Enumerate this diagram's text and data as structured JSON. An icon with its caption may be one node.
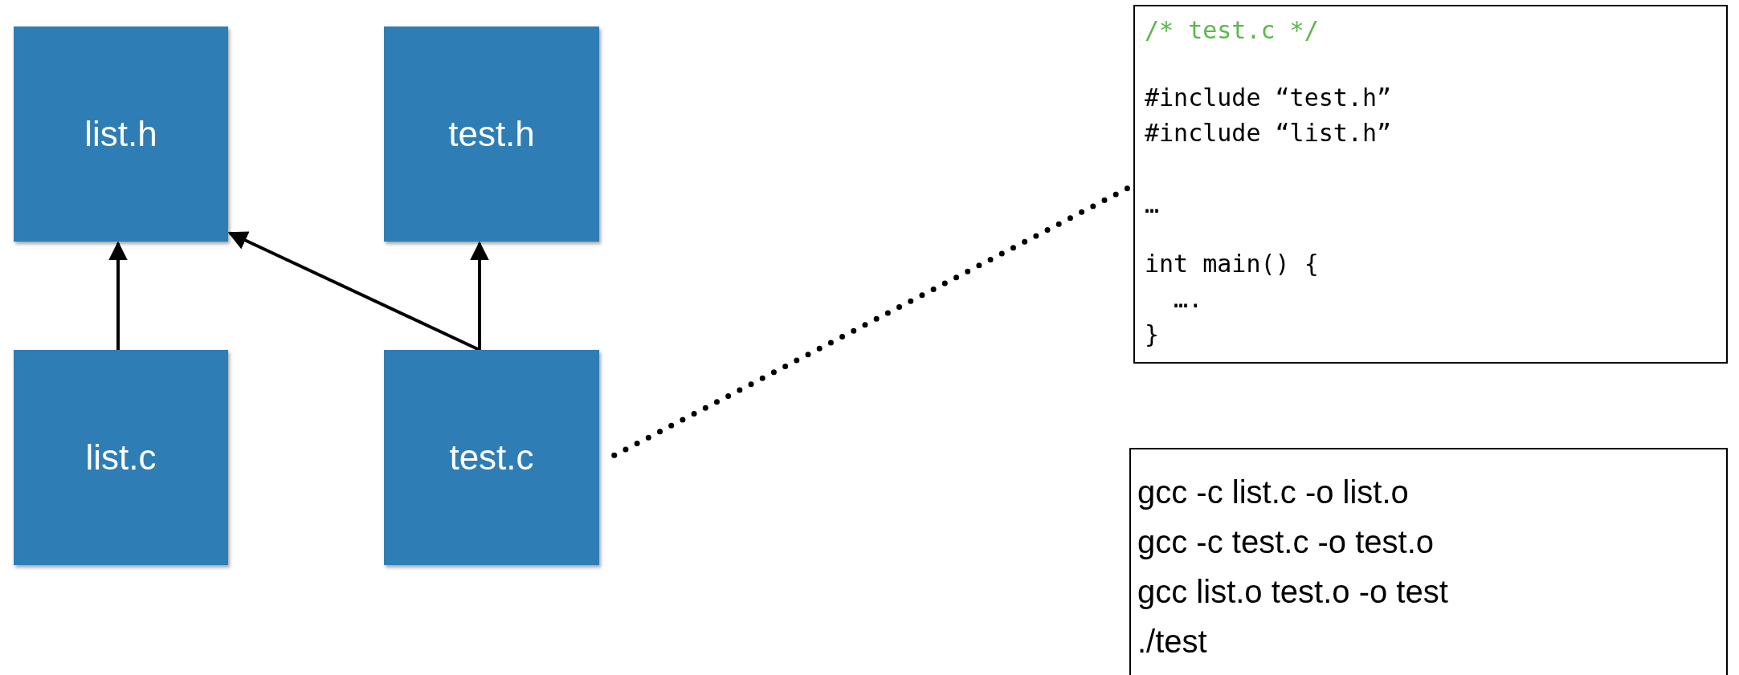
{
  "diagram": {
    "nodes": [
      {
        "text": [
          "list.h"
        ]
      },
      {
        "text": [
          "test.h"
        ]
      },
      {
        "text": [
          "list.c"
        ]
      },
      {
        "text": [
          "test.c"
        ]
      },
      {
        "text": [
          "/* test.c */",
          "#include “test.h”",
          "#include “list.h”",
          "…",
          "int main() {",
          "  ….",
          "}"
        ]
      },
      {
        "text": [
          "gcc -c list.c -o list.o",
          "gcc -c test.c -o test.o",
          "gcc list.o test.o -o test",
          "./test"
        ]
      }
    ],
    "edges": [
      {
        "from": 2,
        "to": 0,
        "arrow": "to"
      },
      {
        "from": 3,
        "to": 0,
        "arrow": "to"
      },
      {
        "from": 3,
        "to": 1,
        "arrow": "to"
      },
      {
        "from": 3,
        "to": 4,
        "arrow": "none",
        "style": "dashed"
      }
    ]
  }
}
